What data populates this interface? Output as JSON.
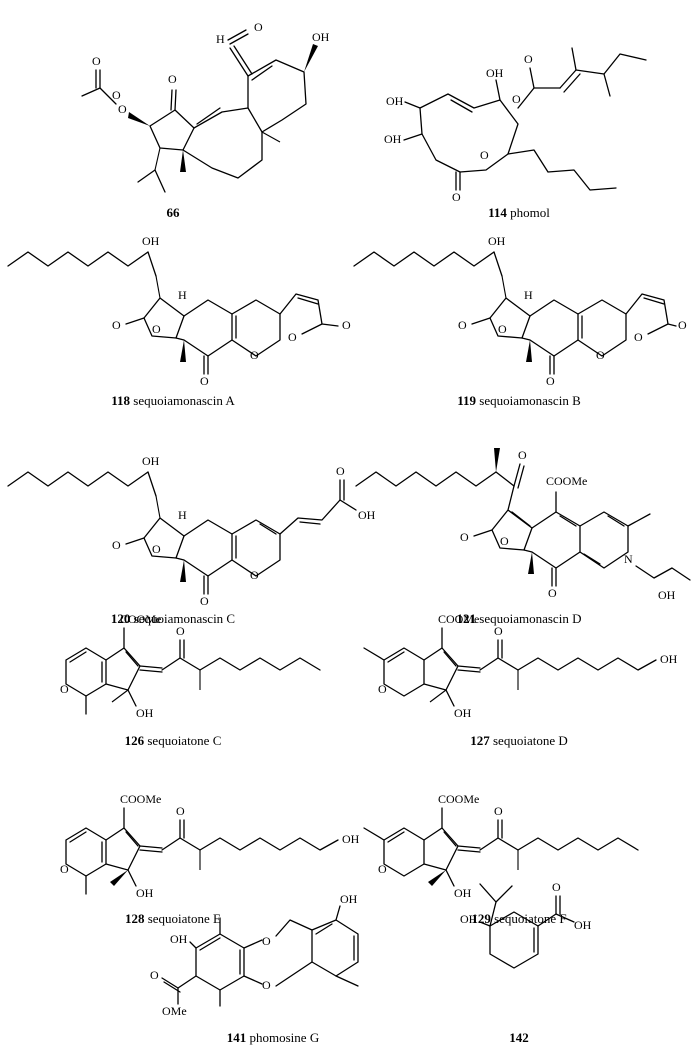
{
  "compounds": [
    {
      "number": "66",
      "name": ""
    },
    {
      "number": "114",
      "name": "phomol"
    },
    {
      "number": "118",
      "name": "sequoiamonascin A"
    },
    {
      "number": "119",
      "name": "sequoiamonascin B"
    },
    {
      "number": "120",
      "name": "sequoiamonascin C"
    },
    {
      "number": "121",
      "name": "sequoiamonascin D"
    },
    {
      "number": "126",
      "name": "sequoiatone C"
    },
    {
      "number": "127",
      "name": "sequoiatone D"
    },
    {
      "number": "128",
      "name": "sequoiatone E"
    },
    {
      "number": "129",
      "name": "sequoiatone F"
    },
    {
      "number": "141",
      "name": "phomosine G"
    },
    {
      "number": "142",
      "name": ""
    }
  ],
  "atom_labels": {
    "oh": "OH",
    "o": "O",
    "h": "H",
    "n": "N",
    "coome": "COOMe",
    "ome": "OMe"
  }
}
